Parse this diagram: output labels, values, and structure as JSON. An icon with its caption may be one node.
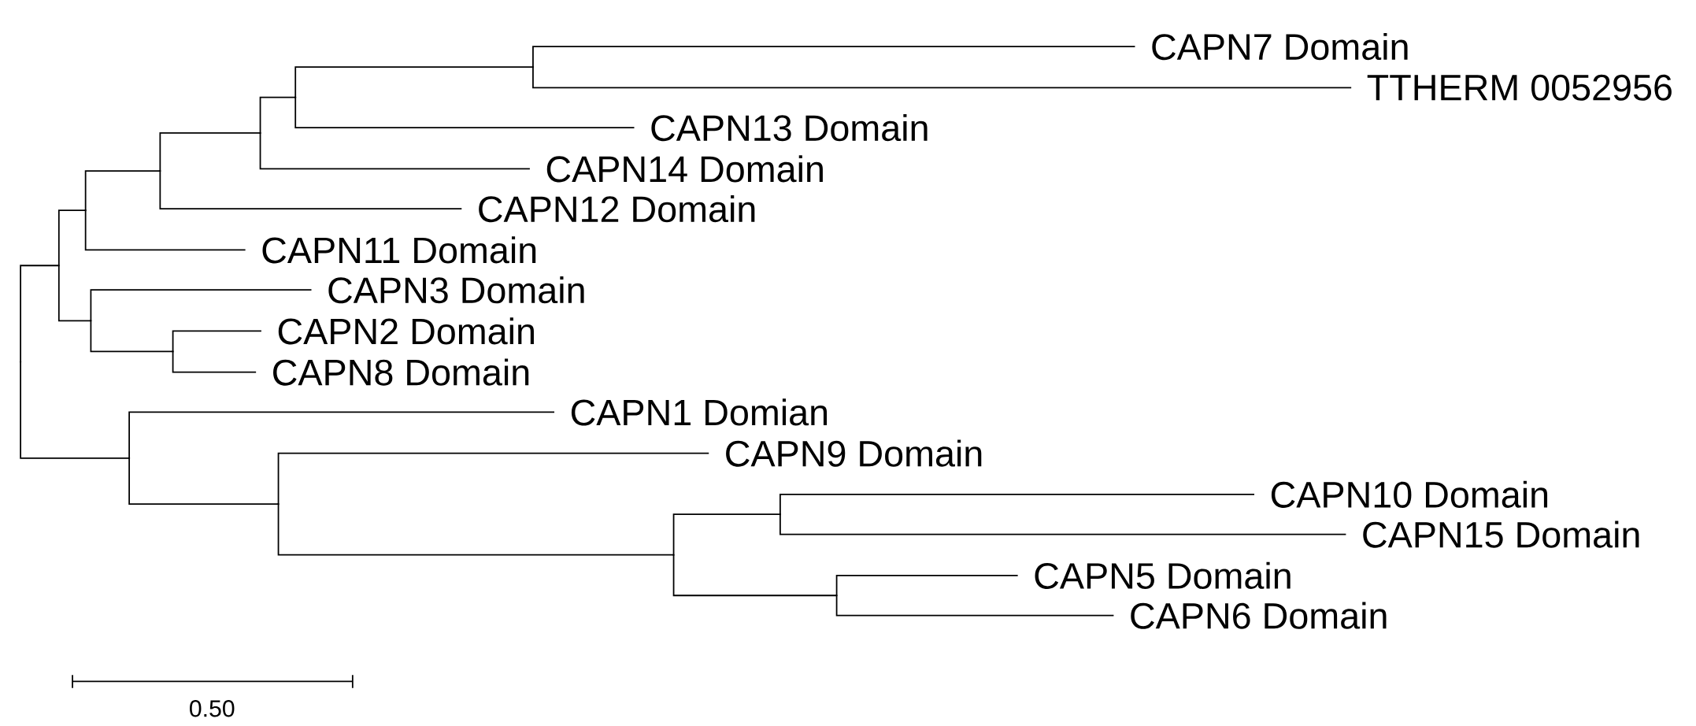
{
  "diagram": {
    "nodes": [
      {
        "text": [
          "CAPN7 Domain"
        ]
      },
      {
        "text": [
          "TTHERM 0052956"
        ]
      },
      {
        "text": [
          "CAPN13 Domain"
        ]
      },
      {
        "text": [
          "CAPN14 Domain"
        ]
      },
      {
        "text": [
          "CAPN12 Domain"
        ]
      },
      {
        "text": [
          "CAPN11 Domain"
        ]
      },
      {
        "text": [
          "CAPN3 Domain"
        ]
      },
      {
        "text": [
          "CAPN2 Domain"
        ]
      },
      {
        "text": [
          "CAPN8 Domain"
        ]
      },
      {
        "text": [
          "CAPN1 Domian"
        ]
      },
      {
        "text": [
          "CAPN9 Domain"
        ]
      },
      {
        "text": [
          "CAPN10 Domain"
        ]
      },
      {
        "text": [
          "CAPN15 Domain"
        ]
      },
      {
        "text": [
          "CAPN5 Domain"
        ]
      },
      {
        "text": [
          "CAPN6 Domain"
        ]
      },
      {
        "text": [],
        "shape": "point"
      },
      {
        "text": [],
        "shape": "point"
      },
      {
        "text": [],
        "shape": "point"
      },
      {
        "text": [],
        "shape": "point"
      },
      {
        "text": [],
        "shape": "point"
      },
      {
        "text": [],
        "shape": "point"
      },
      {
        "text": [],
        "shape": "point"
      },
      {
        "text": [],
        "shape": "point"
      },
      {
        "text": [],
        "shape": "point"
      },
      {
        "text": [],
        "shape": "point"
      },
      {
        "text": [],
        "shape": "point"
      },
      {
        "text": [],
        "shape": "point"
      },
      {
        "text": [],
        "shape": "point"
      },
      {
        "text": [],
        "shape": "point"
      }
    ],
    "edges": [
      {
        "from": 15,
        "to": 0,
        "arrow": "none"
      },
      {
        "from": 15,
        "to": 1,
        "arrow": "none"
      },
      {
        "from": 16,
        "to": 15,
        "arrow": "none"
      },
      {
        "from": 16,
        "to": 2,
        "arrow": "none"
      },
      {
        "from": 17,
        "to": 16,
        "arrow": "none"
      },
      {
        "from": 17,
        "to": 3,
        "arrow": "none"
      },
      {
        "from": 18,
        "to": 17,
        "arrow": "none"
      },
      {
        "from": 18,
        "to": 4,
        "arrow": "none"
      },
      {
        "from": 19,
        "to": 18,
        "arrow": "none"
      },
      {
        "from": 19,
        "to": 5,
        "arrow": "none"
      },
      {
        "from": 20,
        "to": 7,
        "arrow": "none"
      },
      {
        "from": 20,
        "to": 8,
        "arrow": "none"
      },
      {
        "from": 21,
        "to": 6,
        "arrow": "none"
      },
      {
        "from": 21,
        "to": 20,
        "arrow": "none"
      },
      {
        "from": 22,
        "to": 19,
        "arrow": "none"
      },
      {
        "from": 22,
        "to": 21,
        "arrow": "none"
      },
      {
        "from": 23,
        "to": 11,
        "arrow": "none"
      },
      {
        "from": 23,
        "to": 12,
        "arrow": "none"
      },
      {
        "from": 24,
        "to": 13,
        "arrow": "none"
      },
      {
        "from": 24,
        "to": 14,
        "arrow": "none"
      },
      {
        "from": 25,
        "to": 23,
        "arrow": "none"
      },
      {
        "from": 25,
        "to": 24,
        "arrow": "none"
      },
      {
        "from": 26,
        "to": 10,
        "arrow": "none"
      },
      {
        "from": 26,
        "to": 25,
        "arrow": "none"
      },
      {
        "from": 27,
        "to": 9,
        "arrow": "none"
      },
      {
        "from": 27,
        "to": 26,
        "arrow": "none"
      },
      {
        "from": 28,
        "to": 22,
        "arrow": "none"
      },
      {
        "from": 28,
        "to": 27,
        "arrow": "none"
      }
    ],
    "labels": [
      "0.50"
    ]
  }
}
